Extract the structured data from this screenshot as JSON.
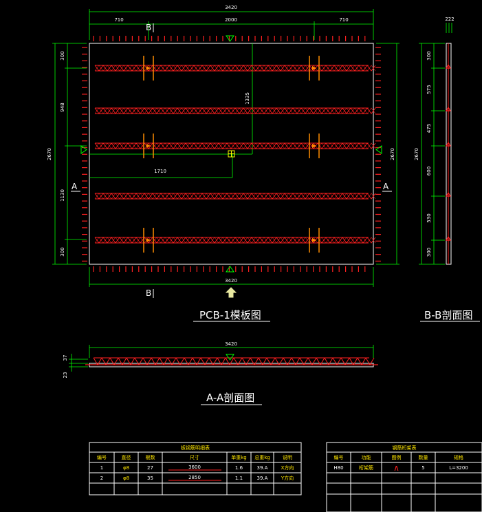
{
  "colors": {
    "background": "#000000",
    "outline": "#ffffff",
    "dimension": "#00ff00",
    "rebar": "#ff2020",
    "lifter": "#ff8c00",
    "marker": "#ffff00",
    "tick": "#ff2020"
  },
  "plan": {
    "title": "PCB-1模板图",
    "dims": {
      "overall_width": "3420",
      "segments": [
        "710",
        "2000",
        "710"
      ],
      "overall_height": "2670",
      "left_segments": [
        "300",
        "948",
        "1130",
        "300"
      ],
      "right_height": "2670",
      "center_vertical": "1335",
      "center_horizontal": "1710",
      "bottom_width": "3420"
    },
    "section_labels": {
      "top_b": "B",
      "bottom_b": "B",
      "left_a": "A",
      "right_a": "A"
    }
  },
  "section_bb": {
    "title": "B-B剖面图",
    "dims": {
      "top": "222",
      "height": "2670",
      "segments": [
        "300",
        "575",
        "475",
        "600",
        "530",
        "300"
      ]
    }
  },
  "section_aa": {
    "title": "A-A剖面图",
    "dims": {
      "width": "3420",
      "top": "37",
      "bottom": "23"
    }
  },
  "rebar_table": {
    "title": "板钢筋明细表",
    "headers": [
      "编号",
      "直径",
      "根数",
      "尺寸",
      "单重kg",
      "总重kg",
      "说明"
    ],
    "rows": [
      [
        "1",
        "φ8",
        "27",
        "3600",
        "1.6",
        "39.A",
        "X方向"
      ],
      [
        "2",
        "φ8",
        "35",
        "2850",
        "1.1",
        "39.A",
        "Y方向"
      ]
    ]
  },
  "truss_table": {
    "title": "钢筋桁架表",
    "headers": [
      "编号",
      "功能",
      "图例",
      "数量",
      "规格"
    ],
    "rows": [
      [
        "H80",
        "桁架筋",
        "∧",
        "5",
        "L=3200"
      ]
    ]
  }
}
